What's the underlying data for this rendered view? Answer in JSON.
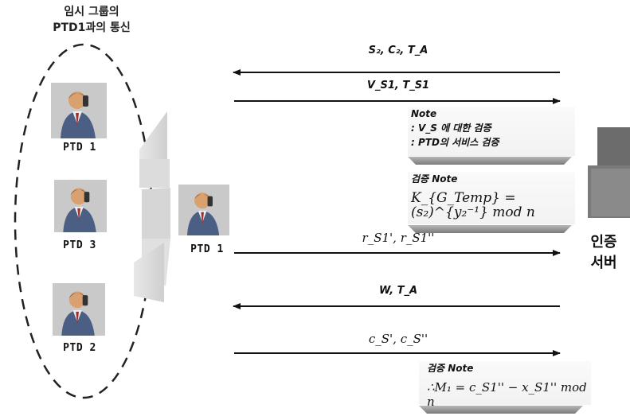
{
  "group_title": {
    "line1": "임시 그룹의",
    "line2": "PTD1과의 통신"
  },
  "group_members": [
    "PTD 1",
    "PTD 3",
    "PTD 2"
  ],
  "central_device": "PTD 1",
  "server": {
    "line1": "인증",
    "line2": "서버"
  },
  "messages": {
    "m1": "S₂, C₂, T_A",
    "m2": "V_S1, T_S1",
    "m3": "r_S1', r_S1''",
    "m4": "W, T_A",
    "m5": "c_S', c_S''"
  },
  "note1": {
    "title": "Note",
    "line1": ": V_S 에 대한 검증",
    "line2": ": PTD의 서비스 검증"
  },
  "note2": {
    "title": "검증 Note",
    "formula": "K_{G_Temp} = (s₂)^{y₂⁻¹} mod n"
  },
  "note3": {
    "title": "검증 Note",
    "formula": "∴M₁ = c_S1'' − x_S1'' mod n"
  }
}
